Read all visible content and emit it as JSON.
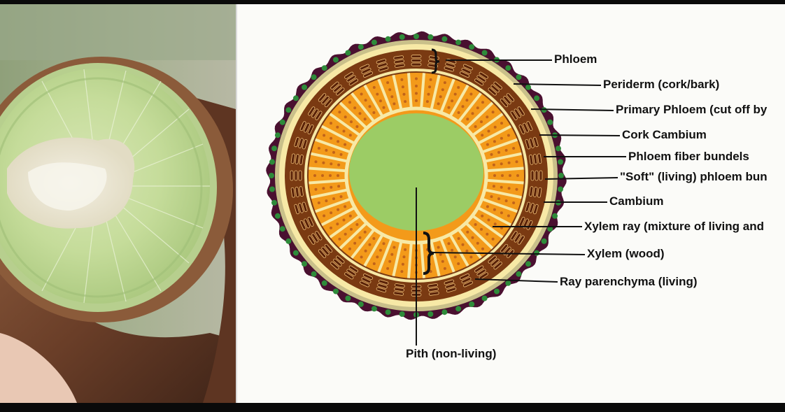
{
  "labels": {
    "phloem": "Phloem",
    "periderm": "Periderm (cork/bark)",
    "primary_phloem": "Primary Phloem (cut off by",
    "cork_cambium": "Cork Cambium",
    "phloem_fiber": "Phloem fiber bundels",
    "soft_phloem": "\"Soft\" (living) phloem bun",
    "cambium": "Cambium",
    "xylem_ray": "Xylem ray (mixture of living and",
    "xylem": "Xylem (wood)",
    "ray_parenchyma": "Ray parenchyma (living)",
    "pith": "Pith (non-living)"
  },
  "colors": {
    "bark": "#4a1030",
    "cork_dots": "#2e8b3a",
    "cream": "#f7e9a6",
    "phloem_dark": "#5a2208",
    "xylem_orange": "#f39a1a",
    "pith_green": "#9ccc65"
  }
}
